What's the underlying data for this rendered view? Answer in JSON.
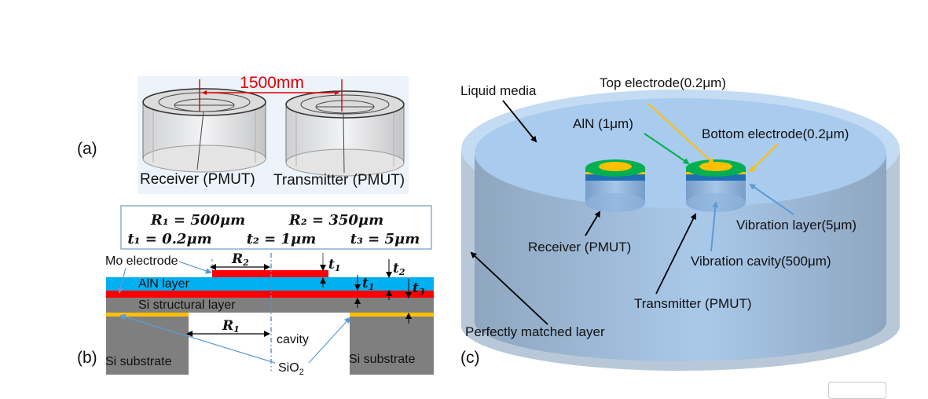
{
  "figure": {
    "panel_a": {
      "label": "(a)",
      "distance": "1500mm",
      "receiver": "Receiver (PMUT)",
      "transmitter": "Transmitter (PMUT)"
    },
    "panel_b": {
      "label": "(b)",
      "params": {
        "R1": "R₁ = 500μm",
        "R2": "R₂ = 350μm",
        "t1": "t₁ = 0.2μm",
        "t2": "t₂ = 1μm",
        "t3": "t₃ = 5μm"
      },
      "layers": {
        "mo_electrode": "Mo electrode",
        "aln_layer": "AlN layer",
        "si_structural": "Si structural layer",
        "cavity": "cavity",
        "si_substrate_left": "Si substrate",
        "si_substrate_right": "Si substrate",
        "sio2": "SiO",
        "sio2_sub": "2"
      },
      "dims": {
        "R1": "R",
        "R1_sub": "1",
        "R2": "R",
        "R2_sub": "2",
        "t1": "t",
        "t1_sub": "1",
        "t1b": "t",
        "t1b_sub": "1",
        "t2": "t",
        "t2_sub": "2",
        "t3": "t",
        "t3_sub": "3"
      },
      "colors": {
        "electrode": "#ff0000",
        "aln": "#00b0f0",
        "silicon": "#7f7f7f",
        "sio2": "#ffc000"
      }
    },
    "panel_c": {
      "label": "(c)",
      "liquid_media": "Liquid media",
      "top_electrode": "Top electrode(0.2μm)",
      "aln": "AlN (1μm)",
      "bottom_electrode": "Bottom electrode(0.2μm)",
      "receiver": "Receiver (PMUT)",
      "vibration_layer": "Vibration layer(5μm)",
      "vibration_cavity": "Vibration cavity(500μm)",
      "transmitter": "Transmitter (PMUT)",
      "pml": "Perfectly matched layer",
      "colors": {
        "aln": "#00b050",
        "electrode": "#ffc000",
        "vibration_layer": "#1f6fb5",
        "liquid": "#a9cbee"
      }
    }
  }
}
